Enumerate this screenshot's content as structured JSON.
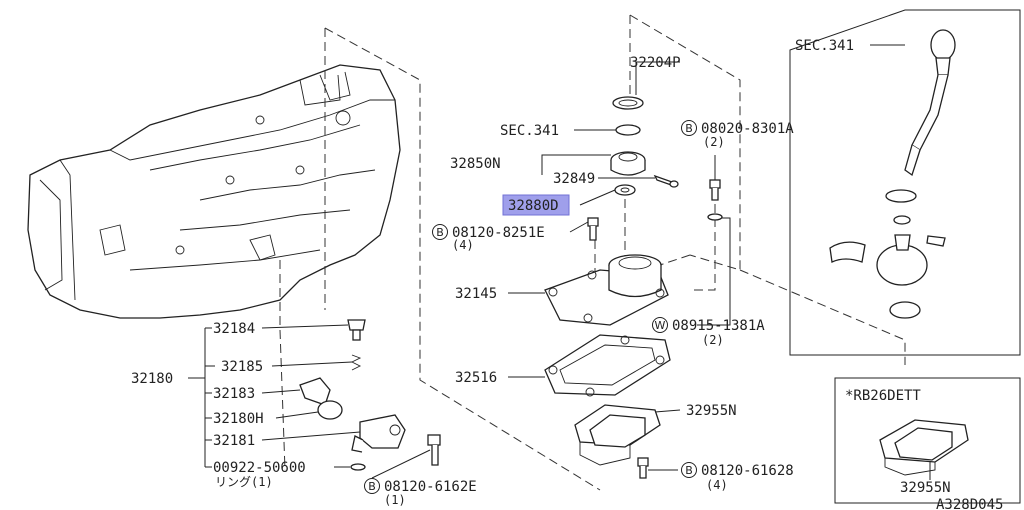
{
  "labels": {
    "p32204P": "32204P",
    "sec341_a": "SEC.341",
    "p32850N": "32850N",
    "p32849": "32849",
    "p32880D": "32880D",
    "b08120_8251E": "08120-8251E",
    "b08120_8251E_qty": "(4)",
    "p32145": "32145",
    "p32516": "32516",
    "p32955N": "32955N",
    "b08120_61628": "08120-61628",
    "b08120_61628_qty": "(4)",
    "b08020_8301A": "08020-8301A",
    "b08020_8301A_qty": "(2)",
    "w08915_1381A": "08915-1381A",
    "w08915_1381A_qty": "(2)",
    "sec341_b": "SEC.341",
    "p32184": "32184",
    "p32185": "32185",
    "p32180": "32180",
    "p32183": "32183",
    "p32180H": "32180H",
    "p32181": "32181",
    "p00922_50600": "00922-50600",
    "ring_note": "リング(1)",
    "b08120_6162E": "08120-6162E",
    "b08120_6162E_qty": "(1)",
    "inset_title": "*RB26DETT",
    "inset_part": "32955N",
    "diagram_code": "A328D045"
  },
  "markers": {
    "bolt": "B",
    "washer": "W"
  },
  "highlight_color": "#8f8fe8"
}
